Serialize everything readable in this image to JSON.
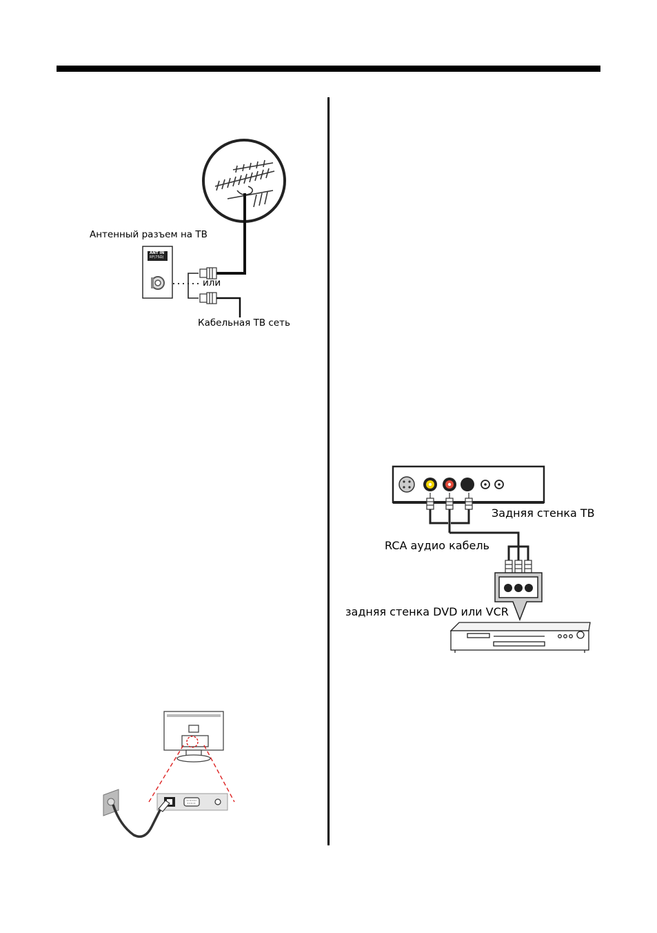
{
  "antenna_diagram": {
    "connector_label": "Антенный разъем на ТВ",
    "port_label_line1": "ANT IN",
    "port_label_line2": "RF(75Ω)",
    "or_label": "или",
    "cable_label": "Кабельная ТВ сеть"
  },
  "rca_diagram": {
    "tv_back_label": "Задняя стенка ТВ",
    "cable_label": "RCA аудио кабель",
    "device_back_label": "задняя стенка DVD или VCR"
  }
}
